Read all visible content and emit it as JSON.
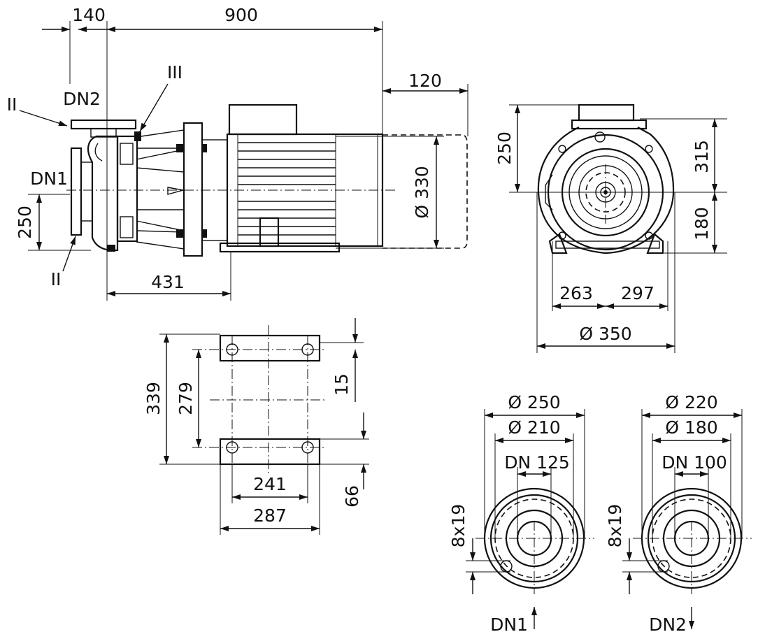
{
  "side_view": {
    "dims": {
      "d140": "140",
      "d900": "900",
      "d120": "120",
      "d250": "250",
      "d431": "431",
      "d330": "Ø 330"
    },
    "labels": {
      "dn2": "DN2",
      "dn1": "DN1",
      "ii_top": "II",
      "ii_bottom": "II",
      "iii": "III"
    }
  },
  "front_view": {
    "dims": {
      "d250": "250",
      "d315": "315",
      "d180": "180",
      "d263": "263",
      "d297": "297",
      "d350": "Ø 350"
    }
  },
  "base_plate": {
    "dims": {
      "d339": "339",
      "d279": "279",
      "d15": "15",
      "d241": "241",
      "d287": "287",
      "d66": "66"
    }
  },
  "flange_dn1": {
    "outer": "Ø 250",
    "bolt_circle": "Ø 210",
    "bore": "DN 125",
    "holes": "8x19",
    "label": "DN1"
  },
  "flange_dn2": {
    "outer": "Ø 220",
    "bolt_circle": "Ø 180",
    "bore": "DN 100",
    "holes": "8x19",
    "label": "DN2"
  }
}
